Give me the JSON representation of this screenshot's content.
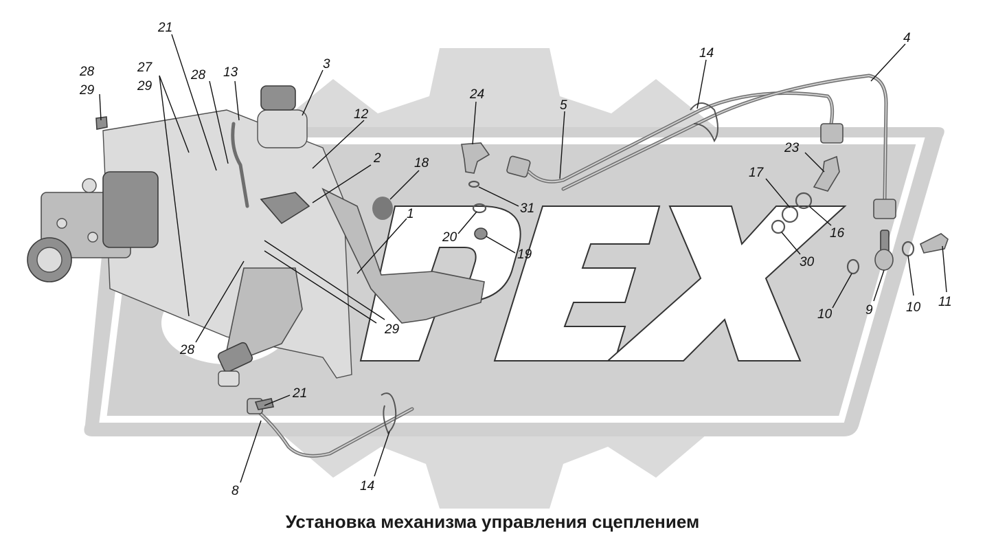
{
  "caption": "Установка механизма управления сцеплением",
  "background": {
    "gear_color": "#dadada",
    "frame_color": "#d0d0d0",
    "watermark_letters": "PEX",
    "letter_fill": "#ffffff",
    "letter_stroke": "#333333"
  },
  "callouts": [
    {
      "id": "c-28a",
      "text": "28"
    },
    {
      "id": "c-29a",
      "text": "29"
    },
    {
      "id": "c-27",
      "text": "27"
    },
    {
      "id": "c-29b",
      "text": "29"
    },
    {
      "id": "c-21a",
      "text": "21"
    },
    {
      "id": "c-28b",
      "text": "28"
    },
    {
      "id": "c-13",
      "text": "13"
    },
    {
      "id": "c-3",
      "text": "3"
    },
    {
      "id": "c-12",
      "text": "12"
    },
    {
      "id": "c-24",
      "text": "24"
    },
    {
      "id": "c-5",
      "text": "5"
    },
    {
      "id": "c-14a",
      "text": "14"
    },
    {
      "id": "c-4",
      "text": "4"
    },
    {
      "id": "c-2",
      "text": "2"
    },
    {
      "id": "c-18",
      "text": "18"
    },
    {
      "id": "c-31",
      "text": "31"
    },
    {
      "id": "c-1",
      "text": "1"
    },
    {
      "id": "c-20",
      "text": "20"
    },
    {
      "id": "c-19",
      "text": "19"
    },
    {
      "id": "c-23",
      "text": "23"
    },
    {
      "id": "c-17",
      "text": "17"
    },
    {
      "id": "c-16",
      "text": "16"
    },
    {
      "id": "c-30",
      "text": "30"
    },
    {
      "id": "c-10a",
      "text": "10"
    },
    {
      "id": "c-9",
      "text": "9"
    },
    {
      "id": "c-10b",
      "text": "10"
    },
    {
      "id": "c-11",
      "text": "11"
    },
    {
      "id": "c-29c",
      "text": "29"
    },
    {
      "id": "c-28c",
      "text": "28"
    },
    {
      "id": "c-21b",
      "text": "21"
    },
    {
      "id": "c-8",
      "text": "8"
    },
    {
      "id": "c-14b",
      "text": "14"
    }
  ]
}
